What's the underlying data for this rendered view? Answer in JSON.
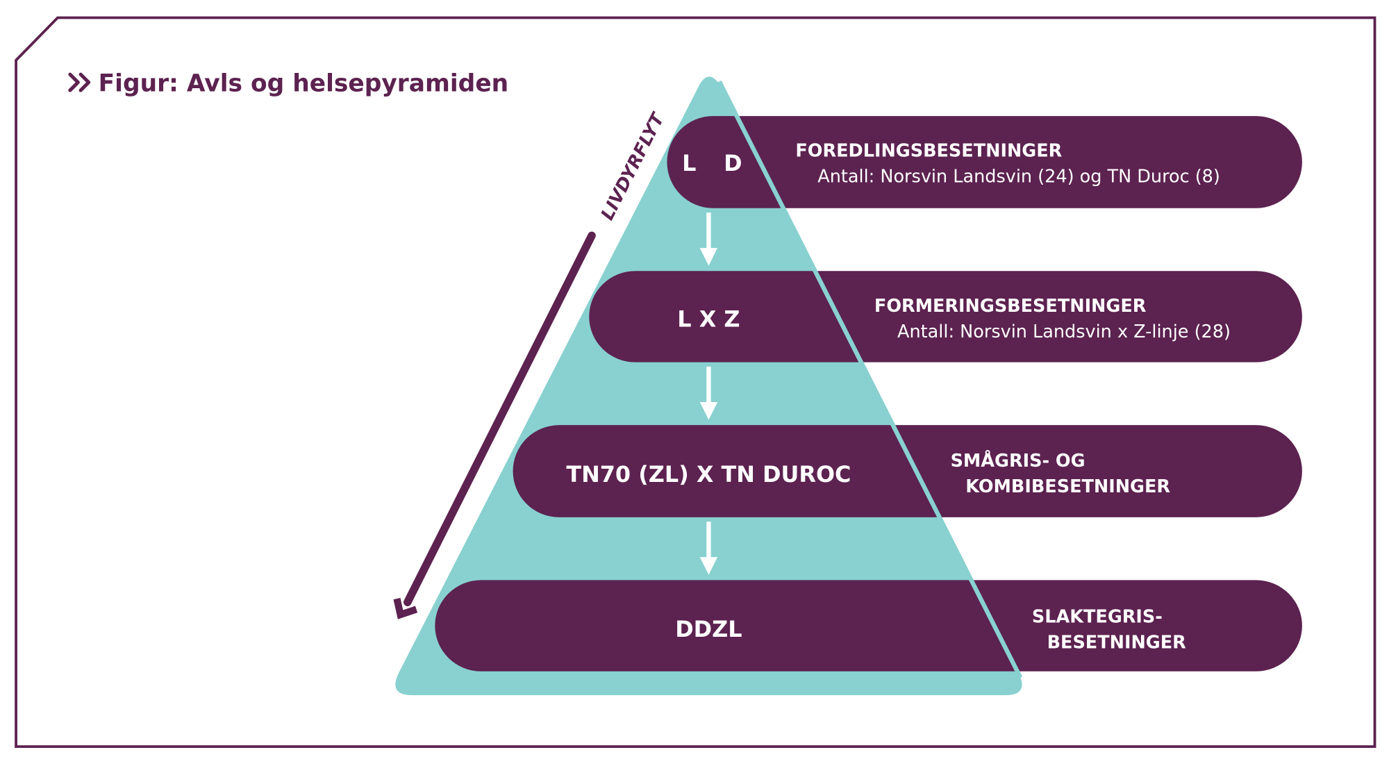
{
  "title": "Figur: Avls og helsepyramiden",
  "title_icon": "double-chevron-right-icon",
  "side_label": "LIVDYRFLYT",
  "colors": {
    "purple": "#5c2250",
    "teal": "#88d1d0",
    "white": "#ffffff"
  },
  "levels": [
    {
      "left_a": "L",
      "left_b": "D",
      "heading": "FOREDLINGSBESETNINGER",
      "detail": "Antall: Norsvin Landsvin (24) og TN Duroc (8)"
    },
    {
      "left": "L X Z",
      "heading": "FORMERINGSBESETNINGER",
      "detail": "Antall: Norsvin Landsvin x Z-linje (28)"
    },
    {
      "left": "TN70 (ZL) X TN DUROC",
      "heading_1": "SMÅGRIS- OG",
      "heading_2": "KOMBIBESETNINGER"
    },
    {
      "left": "DDZL",
      "heading_1": "SLAKTEGRIS-",
      "heading_2": "BESETNINGER"
    }
  ]
}
